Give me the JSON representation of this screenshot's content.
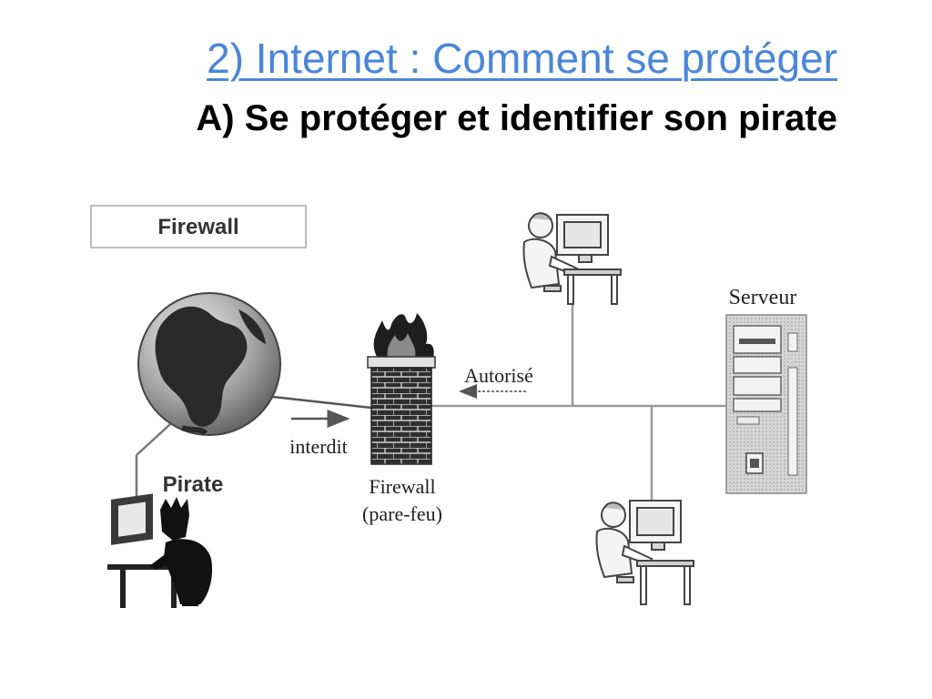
{
  "slide": {
    "title": "2) Internet :  Comment se protéger",
    "subtitle": "A) Se protéger et identifier son pirate"
  },
  "diagram": {
    "box_title": "Firewall",
    "pirate_label": "Pirate",
    "forbidden_label": "interdit",
    "allowed_label": "Autorisé",
    "firewall_label_line1": "Firewall",
    "firewall_label_line2": "(pare-feu)",
    "server_label": "Serveur"
  },
  "colors": {
    "title": "#4a86d8",
    "text": "#000000",
    "brick": "#3a3a3a",
    "globe": "#8a8a8a"
  }
}
